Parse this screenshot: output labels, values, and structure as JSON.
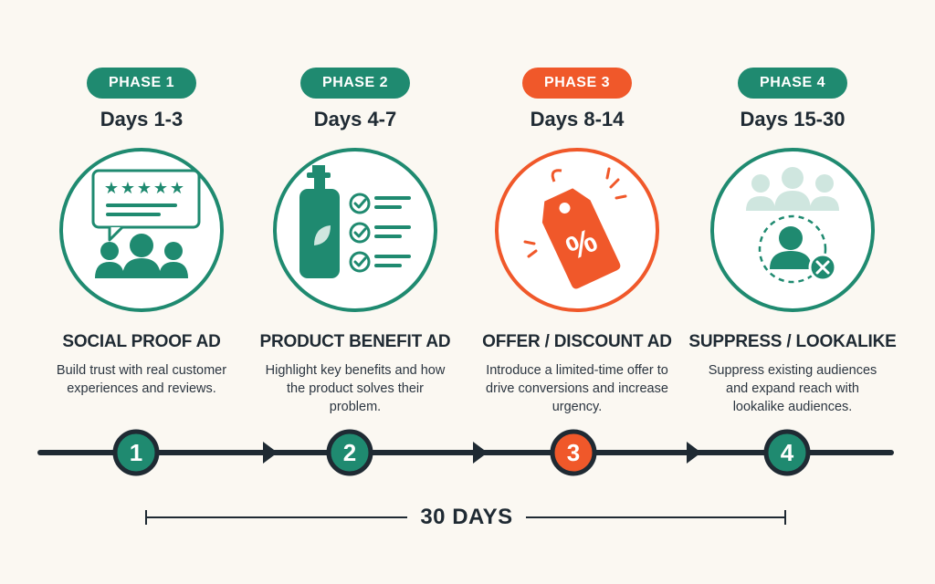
{
  "colors": {
    "teal": "#1f8a70",
    "orange": "#f0582a",
    "dark": "#1f2a33",
    "light_teal": "#cfe6df"
  },
  "phases": [
    {
      "pill": "PHASE 1",
      "days": "Days 1-3",
      "title": "SOCIAL PROOF AD",
      "desc": "Build trust with real customer experiences and reviews.",
      "step": "1",
      "accent": "teal",
      "icon": "review-speech-bubble-group-icon"
    },
    {
      "pill": "PHASE 2",
      "days": "Days 4-7",
      "title": "PRODUCT BENEFIT AD",
      "desc": "Highlight key benefits and how the product solves their problem.",
      "step": "2",
      "accent": "teal",
      "icon": "pump-bottle-checklist-icon"
    },
    {
      "pill": "PHASE 3",
      "days": "Days 8-14",
      "title": "OFFER / DISCOUNT AD",
      "desc": "Introduce a limited-time offer to drive conversions and increase urgency.",
      "step": "3",
      "accent": "orange",
      "icon": "discount-tag-icon"
    },
    {
      "pill": "PHASE 4",
      "days": "Days 15-30",
      "title": "SUPPRESS / LOOKALIKE",
      "desc": "Suppress existing audiences and expand reach with lookalike audiences.",
      "step": "4",
      "accent": "teal",
      "icon": "audience-suppress-icon"
    }
  ],
  "duration": "30 DAYS"
}
